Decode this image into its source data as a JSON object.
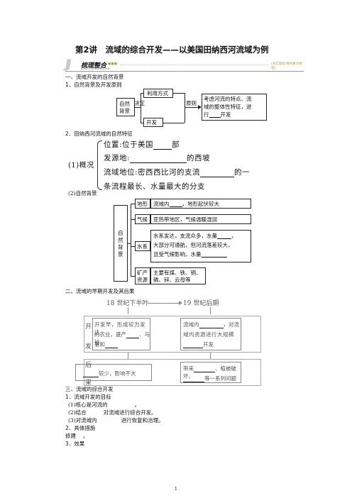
{
  "title": "第2讲　流域的综合开发——以美国田纳西河流域为例",
  "banner": {
    "logo_letter": "JJ",
    "heading": "梳理整合",
    "pinyin": "S H U L I Z H E N G H E",
    "dots": "●●●",
    "right": "(夯实基础·教材重点梳理)"
  },
  "s1": {
    "heading": "一、流域开发的自然背景",
    "p1": "1．自然背景及开发原则",
    "d1": {
      "nat_bg_1": "自然",
      "nat_bg_2": "背景",
      "decide": "决定",
      "use": "利用方式",
      "dev": "开发",
      "principle": "原则",
      "rule_1": "考虑河流的特点、流",
      "rule_2": "域的整体性特征，进",
      "rule_3a": "行",
      "rule_3b": "开发"
    },
    "p2": "2．田纳西河流域的自然特征",
    "overview": {
      "label": "(1)概况",
      "l1a": "位置:位于美国",
      "l1b": "部",
      "l2a": "发源地:",
      "l2b": "的西坡",
      "l3a": "流域地位:密西西比河的支流",
      "l3b": "的一",
      "l4": "条流程最长、水量最大的分支"
    },
    "bg_label": "(2)自然背景",
    "bg": {
      "center_1": "自",
      "center_2": "然",
      "center_3": "背",
      "center_4": "景",
      "terrain_label": "地形",
      "terrain_a": "流域内",
      "terrain_b": "，地形起伏较大",
      "climate_label": "气候",
      "climate": "亚热带地区，气候温暖湿润",
      "water_label": "水系",
      "water_1a": "水系发达，支流众多，水量",
      "water_1b": "，",
      "water_2": "大部分可通航，但河流落差较大，",
      "water_3a": "且受气候影响，水量",
      "mineral_label_1": "矿产",
      "mineral_label_2": "资源",
      "mineral_1": "主要有煤、铁、铜、",
      "mineral_2": "磷、锌、云母等"
    }
  },
  "s2": {
    "heading": "二、流域的早期开发及其后果",
    "time_left": "18 世纪下半叶",
    "time_right": "19 世纪后期",
    "open_1": "开",
    "open_2": "发",
    "result_1": "后",
    "result_2": "果",
    "left_1": "开发早，形成较为发达",
    "left_2a": "的农业，盛产",
    "left_2b": "、马铃",
    "left_3a": "薯和",
    "right_1a": "流域内",
    "right_1b": "，对流",
    "right_2": "域内资源进行大规模",
    "right_3b": "开发",
    "left_res": "较少，影响不大",
    "right_res_1a": "带来",
    "right_res_1b": "、植被破坏、",
    "right_res_2b": "等一系列问题"
  },
  "s3": {
    "heading": "三、流域的综合开发",
    "p1": "1．流域开发的目标",
    "g1": "(1)核心是河流的",
    "g1_end": "。",
    "g2a": "(2)结合",
    "g2b": "对流域进行综合开发。",
    "g3a": "(3)对流域内",
    "g3b": "进行恢复和治理。",
    "p2": "2．具体措施",
    "m1a": "修建",
    "m1b": "。",
    "p3": "3．效果"
  },
  "page_number": "1"
}
